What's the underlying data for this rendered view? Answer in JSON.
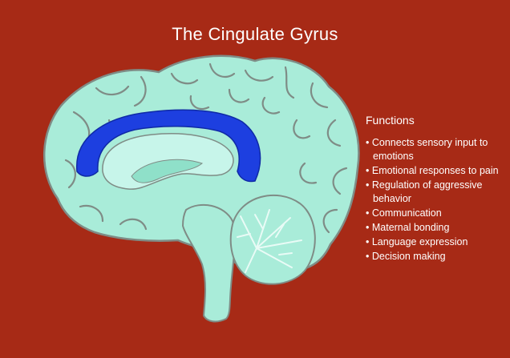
{
  "title": "The Cingulate Gyrus",
  "functions": {
    "heading": "Functions",
    "items": [
      "Connects sensory input to emotions",
      "Emotional responses to pain",
      "Regulation of aggressive behavior",
      "Communication",
      "Maternal bonding",
      "Language expression",
      "Decision making"
    ]
  },
  "colors": {
    "background": "#a72a16",
    "brain": "#a9ecd9",
    "brain_outline": "#7f8c86",
    "cingulate": "#1d3fe0",
    "inner_structures": "#c7f5ea",
    "text": "#ffffff"
  }
}
